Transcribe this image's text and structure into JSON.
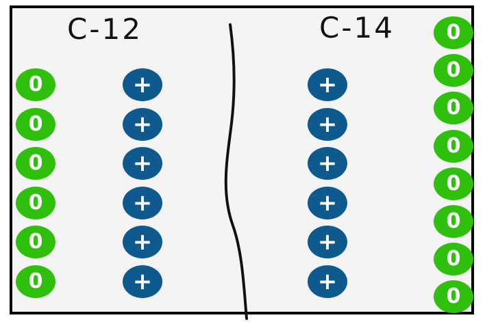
{
  "diagram": {
    "labels": {
      "left": "C-12",
      "right": "C-14"
    },
    "symbols": {
      "neutron": "0",
      "proton": "+"
    },
    "colors": {
      "neutron": "#2fc00e",
      "neutron_text": "#ffffff",
      "proton": "#0e5a8e",
      "proton_text": "#ffffff",
      "divider": "#111111"
    },
    "isotopes": [
      {
        "name": "C-12",
        "protons": 6,
        "neutrons": 6
      },
      {
        "name": "C-14",
        "protons": 6,
        "neutrons": 8
      }
    ]
  }
}
